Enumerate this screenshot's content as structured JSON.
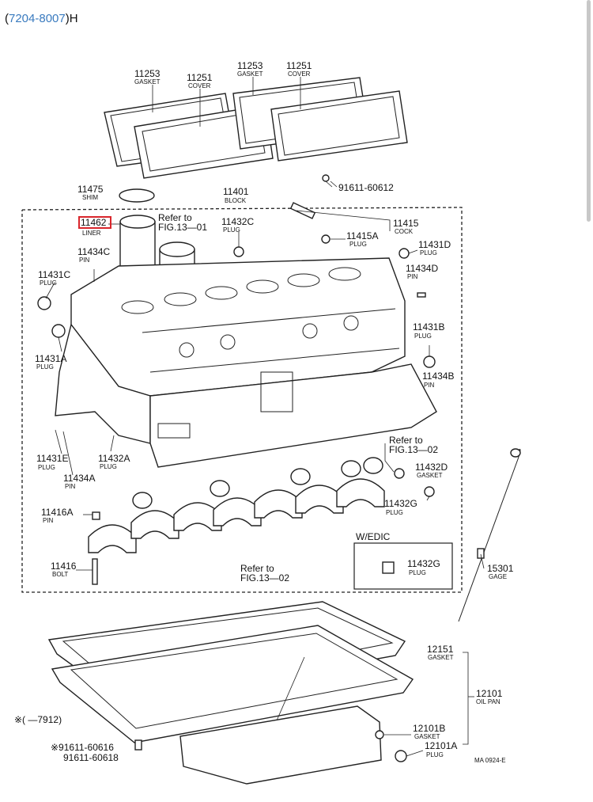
{
  "header": {
    "open": "(",
    "range": "7204-8007",
    "close": ")H"
  },
  "parts": [
    {
      "id": "p1",
      "number": "11253",
      "name": "GASKET"
    },
    {
      "id": "p2",
      "number": "11251",
      "name": "COVER"
    },
    {
      "id": "p3",
      "number": "11253",
      "name": "GASKET"
    },
    {
      "id": "p4",
      "number": "11251",
      "name": "COVER"
    },
    {
      "id": "p5",
      "number": "11475",
      "name": "SHIM"
    },
    {
      "id": "p6",
      "number": "11401",
      "name": "BLOCK"
    },
    {
      "id": "p7",
      "number": "91611-60612",
      "name": ""
    },
    {
      "id": "p8",
      "number": "11462",
      "name": "LINER"
    },
    {
      "id": "p9",
      "number": "11432C",
      "name": "PLUG"
    },
    {
      "id": "p10",
      "number": "11415",
      "name": "COCK"
    },
    {
      "id": "p11",
      "number": "11415A",
      "name": "PLUG"
    },
    {
      "id": "p12",
      "number": "11431D",
      "name": "PLUG"
    },
    {
      "id": "p13",
      "number": "11434C",
      "name": "PIN"
    },
    {
      "id": "p14",
      "number": "11434D",
      "name": "PIN"
    },
    {
      "id": "p15",
      "number": "11431C",
      "name": "PLUG"
    },
    {
      "id": "p16",
      "number": "11431B",
      "name": "PLUG"
    },
    {
      "id": "p17",
      "number": "11431A",
      "name": "PLUG"
    },
    {
      "id": "p18",
      "number": "11434B",
      "name": "PIN"
    },
    {
      "id": "p19",
      "number": "11431E",
      "name": "PLUG"
    },
    {
      "id": "p20",
      "number": "11432A",
      "name": "PLUG"
    },
    {
      "id": "p21",
      "number": "11434A",
      "name": "PIN"
    },
    {
      "id": "p22",
      "number": "11432D",
      "name": "GASKET"
    },
    {
      "id": "p23",
      "number": "11432G",
      "name": "PLUG"
    },
    {
      "id": "p24",
      "number": "11416A",
      "name": "PIN"
    },
    {
      "id": "p25",
      "number": "11432G",
      "name": "PLUG"
    },
    {
      "id": "p26",
      "number": "11416",
      "name": "BOLT"
    },
    {
      "id": "p27",
      "number": "15301",
      "name": "GAGE"
    },
    {
      "id": "p28",
      "number": "12151",
      "name": "GASKET"
    },
    {
      "id": "p29",
      "number": "12101",
      "name": "OIL PAN"
    },
    {
      "id": "p30",
      "number": "12101B",
      "name": "GASKET"
    },
    {
      "id": "p31",
      "number": "12101A",
      "name": "PLUG"
    }
  ],
  "refs": [
    {
      "id": "r1",
      "line1": "Refer to",
      "line2": "FIG.13—01"
    },
    {
      "id": "r2",
      "line1": "Refer to",
      "line2": "FIG.13—02"
    },
    {
      "id": "r3",
      "line1": "Refer to",
      "line2": "FIG.13—02"
    }
  ],
  "notes": {
    "wedic": "W/EDIC",
    "range_note": "※(      —7912)",
    "bolt1": "※91611-60616",
    "bolt2": "91611-60618",
    "figcode": "MA  0924-E"
  },
  "colors": {
    "highlight": "#d9262c",
    "link": "#3a7bbf"
  }
}
